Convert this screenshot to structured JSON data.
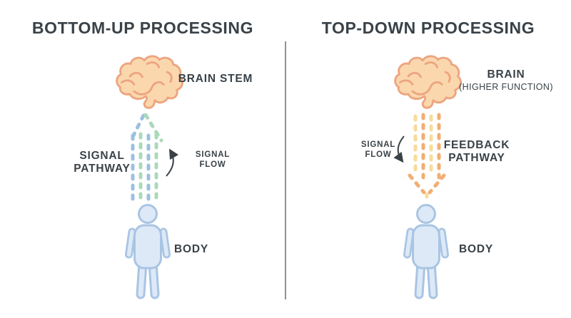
{
  "left": {
    "title": "BOTTOM-UP PROCESSING",
    "brain_label": "BRAIN STEM",
    "pathway": {
      "line1": "SIGNAL",
      "line2": "PATHWAY"
    },
    "flow": {
      "line1": "SIGNAL",
      "line2": "FLOW"
    },
    "body_label": "BODY"
  },
  "right": {
    "title": "TOP-DOWN PROCESSING",
    "brain_label": "BRAIN",
    "brain_sublabel": "(HIGHER FUNCTION)",
    "pathway": {
      "line1": "FEEDBACK",
      "line2": "PATHWAY"
    },
    "flow": {
      "line1": "SIGNAL",
      "line2": "FLOW"
    },
    "body_label": "BODY"
  },
  "icons": {
    "left_brain": "brain-icon",
    "right_brain": "brain-icon",
    "left_arrow": "dashed-arrow-up",
    "right_arrow": "dashed-arrow-down",
    "left_flow_arrow": "curved-arrow-up",
    "right_flow_arrow": "curved-arrow-down",
    "left_body": "person-icon",
    "right_body": "person-icon"
  },
  "colors": {
    "text": "#3a4248",
    "brain-fill": "#fbd7ae",
    "brain-stroke": "#eda57f",
    "body-fill": "#dde9f7",
    "body-stroke": "#a9c5e3",
    "dash-blue": "#9cc0e0",
    "dash-green": "#abd9ba",
    "dash-yellow": "#f7dc9d",
    "dash-orange": "#f2ae74",
    "divider": "#6f6f6f",
    "background": "#ffffff"
  }
}
